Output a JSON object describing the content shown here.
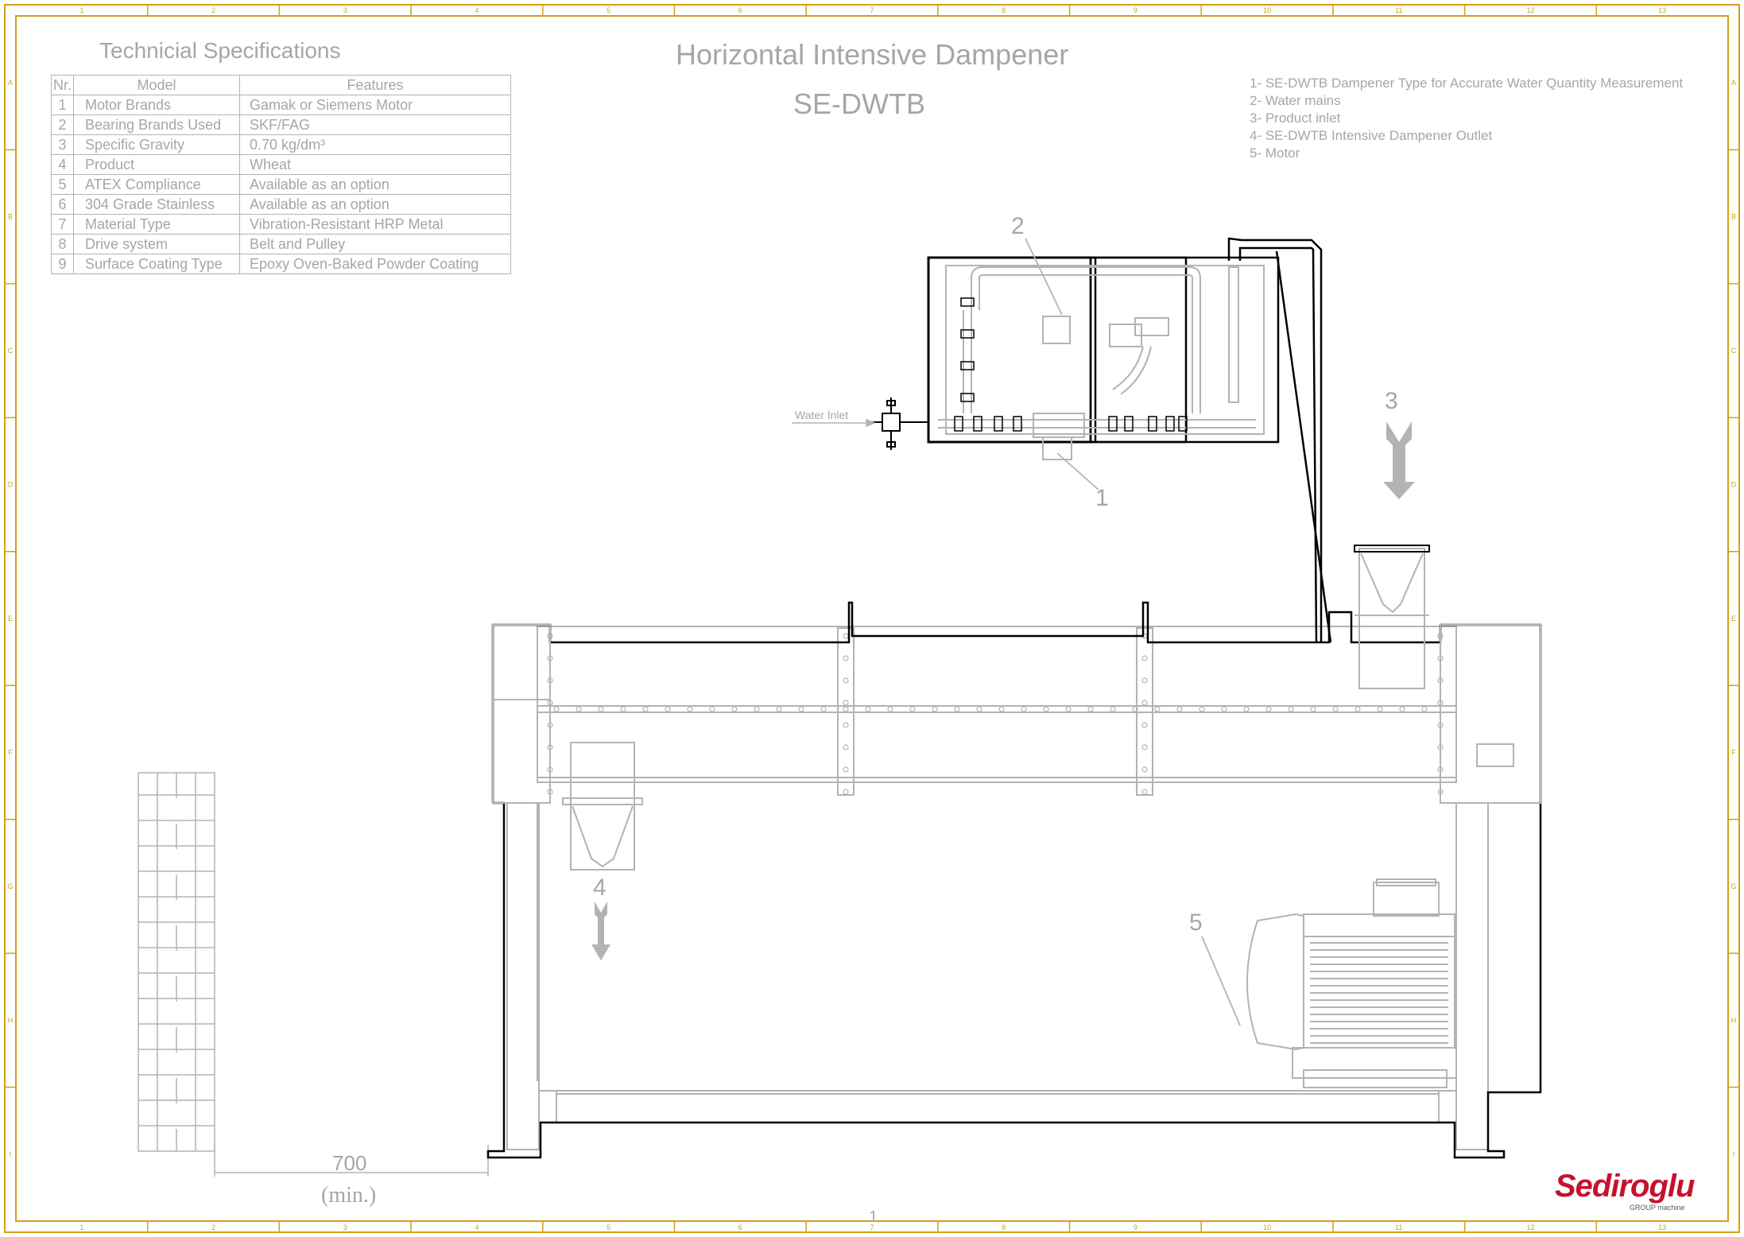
{
  "colors": {
    "frame": "#d4a017",
    "drawing": "#b3b3b3",
    "outline": "#000000",
    "text": "#a6a6a6",
    "logo": "#c8102e"
  },
  "spec_title": "Technicial Specifications",
  "title": "Horizontal Intensive Dampener",
  "model_code": "SE-DWTB",
  "table": {
    "headers": [
      "Nr.",
      "Model",
      "Features"
    ],
    "rows": [
      [
        "1",
        "Motor Brands",
        "Gamak or Siemens Motor"
      ],
      [
        "2",
        "Bearing Brands Used",
        "SKF/FAG"
      ],
      [
        "3",
        "Specific Gravity",
        "0.70 kg/dm³"
      ],
      [
        "4",
        "Product",
        "Wheat"
      ],
      [
        "5",
        "ATEX Compliance",
        "Available as an option"
      ],
      [
        "6",
        "304 Grade Stainless",
        "Available as an option"
      ],
      [
        "7",
        "Material Type",
        "Vibration-Resistant HRP Metal"
      ],
      [
        "8",
        "Drive system",
        "Belt and Pulley"
      ],
      [
        "9",
        "Surface Coating Type",
        "Epoxy Oven-Baked Powder Coating"
      ]
    ]
  },
  "legend": [
    "1- SE-DWTB Dampener Type for Accurate Water Quantity Measurement",
    "2- Water mains",
    "3- Product inlet",
    "4- SE-DWTB  Intensive Dampener Outlet",
    "5- Motor"
  ],
  "callouts": {
    "c1": "1",
    "c2": "2",
    "c3": "3",
    "c4": "4",
    "c5": "5"
  },
  "water_inlet_label": "Water İnlet",
  "dimension": {
    "value": "700",
    "note": "(min.)"
  },
  "sheet_number": "1",
  "frame_cols": [
    "1",
    "2",
    "3",
    "4",
    "5",
    "6",
    "7",
    "8",
    "9",
    "10",
    "11",
    "12",
    "13"
  ],
  "frame_rows": [
    "A",
    "B",
    "C",
    "D",
    "E",
    "F",
    "G",
    "H",
    "I"
  ],
  "logo": {
    "name": "Sediroglu",
    "sub": "GROUP machine"
  }
}
